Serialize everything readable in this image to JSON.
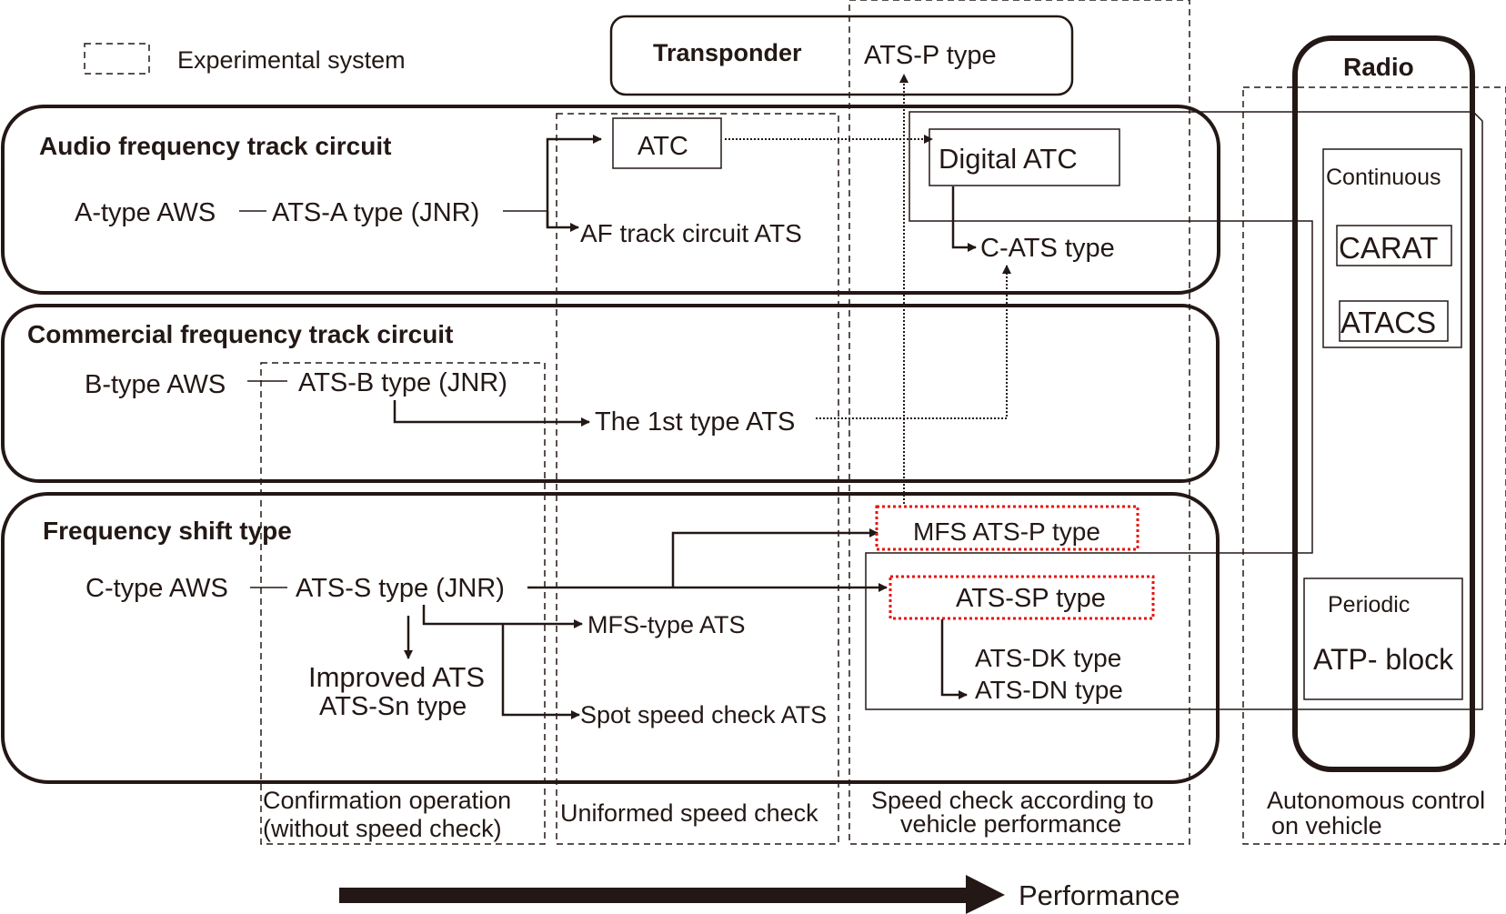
{
  "legend": {
    "label": "Experimental system"
  },
  "transponder": {
    "title": "Transponder",
    "ats_p": "ATS-P type"
  },
  "radio": {
    "title": "Radio",
    "continuous": {
      "label": "Continuous",
      "items": [
        "CARAT",
        "ATACS"
      ]
    },
    "periodic": {
      "label": "Periodic",
      "item": "ATP- block"
    }
  },
  "groups": {
    "audio": {
      "title": "Audio frequency track circuit",
      "aws": "A-type AWS",
      "jnr": "ATS-A type (JNR)",
      "atc": "ATC",
      "af_ats": "AF track circuit ATS",
      "digital_atc": "Digital ATC",
      "c_ats": "C-ATS type"
    },
    "commercial": {
      "title": "Commercial frequency track circuit",
      "aws": "B-type AWS",
      "jnr": "ATS-B type (JNR)",
      "first_type": "The 1st type ATS"
    },
    "fshift": {
      "title": "Frequency shift type",
      "aws": "C-type AWS",
      "jnr": "ATS-S type (JNR)",
      "improved_1": "Improved ATS",
      "improved_2": "ATS-Sn type",
      "mfs_ats": "MFS-type ATS",
      "spot": "Spot speed check ATS",
      "mfs_atsp": "MFS ATS-P type",
      "ats_sp": "ATS-SP type",
      "ats_dk": "ATS-DK type",
      "ats_dn": "ATS-DN type"
    }
  },
  "columns": {
    "confirmation": [
      "Confirmation operation",
      "(without speed check)"
    ],
    "uniformed": "Uniformed speed check",
    "vehicle_perf": [
      "Speed check according  to",
      "vehicle performance"
    ],
    "autonomous": [
      "Autonomous control",
      "on vehicle"
    ]
  },
  "axis": {
    "label": "Performance"
  },
  "colors": {
    "ink": "#231815",
    "experimental_highlight": "#e8140f"
  }
}
